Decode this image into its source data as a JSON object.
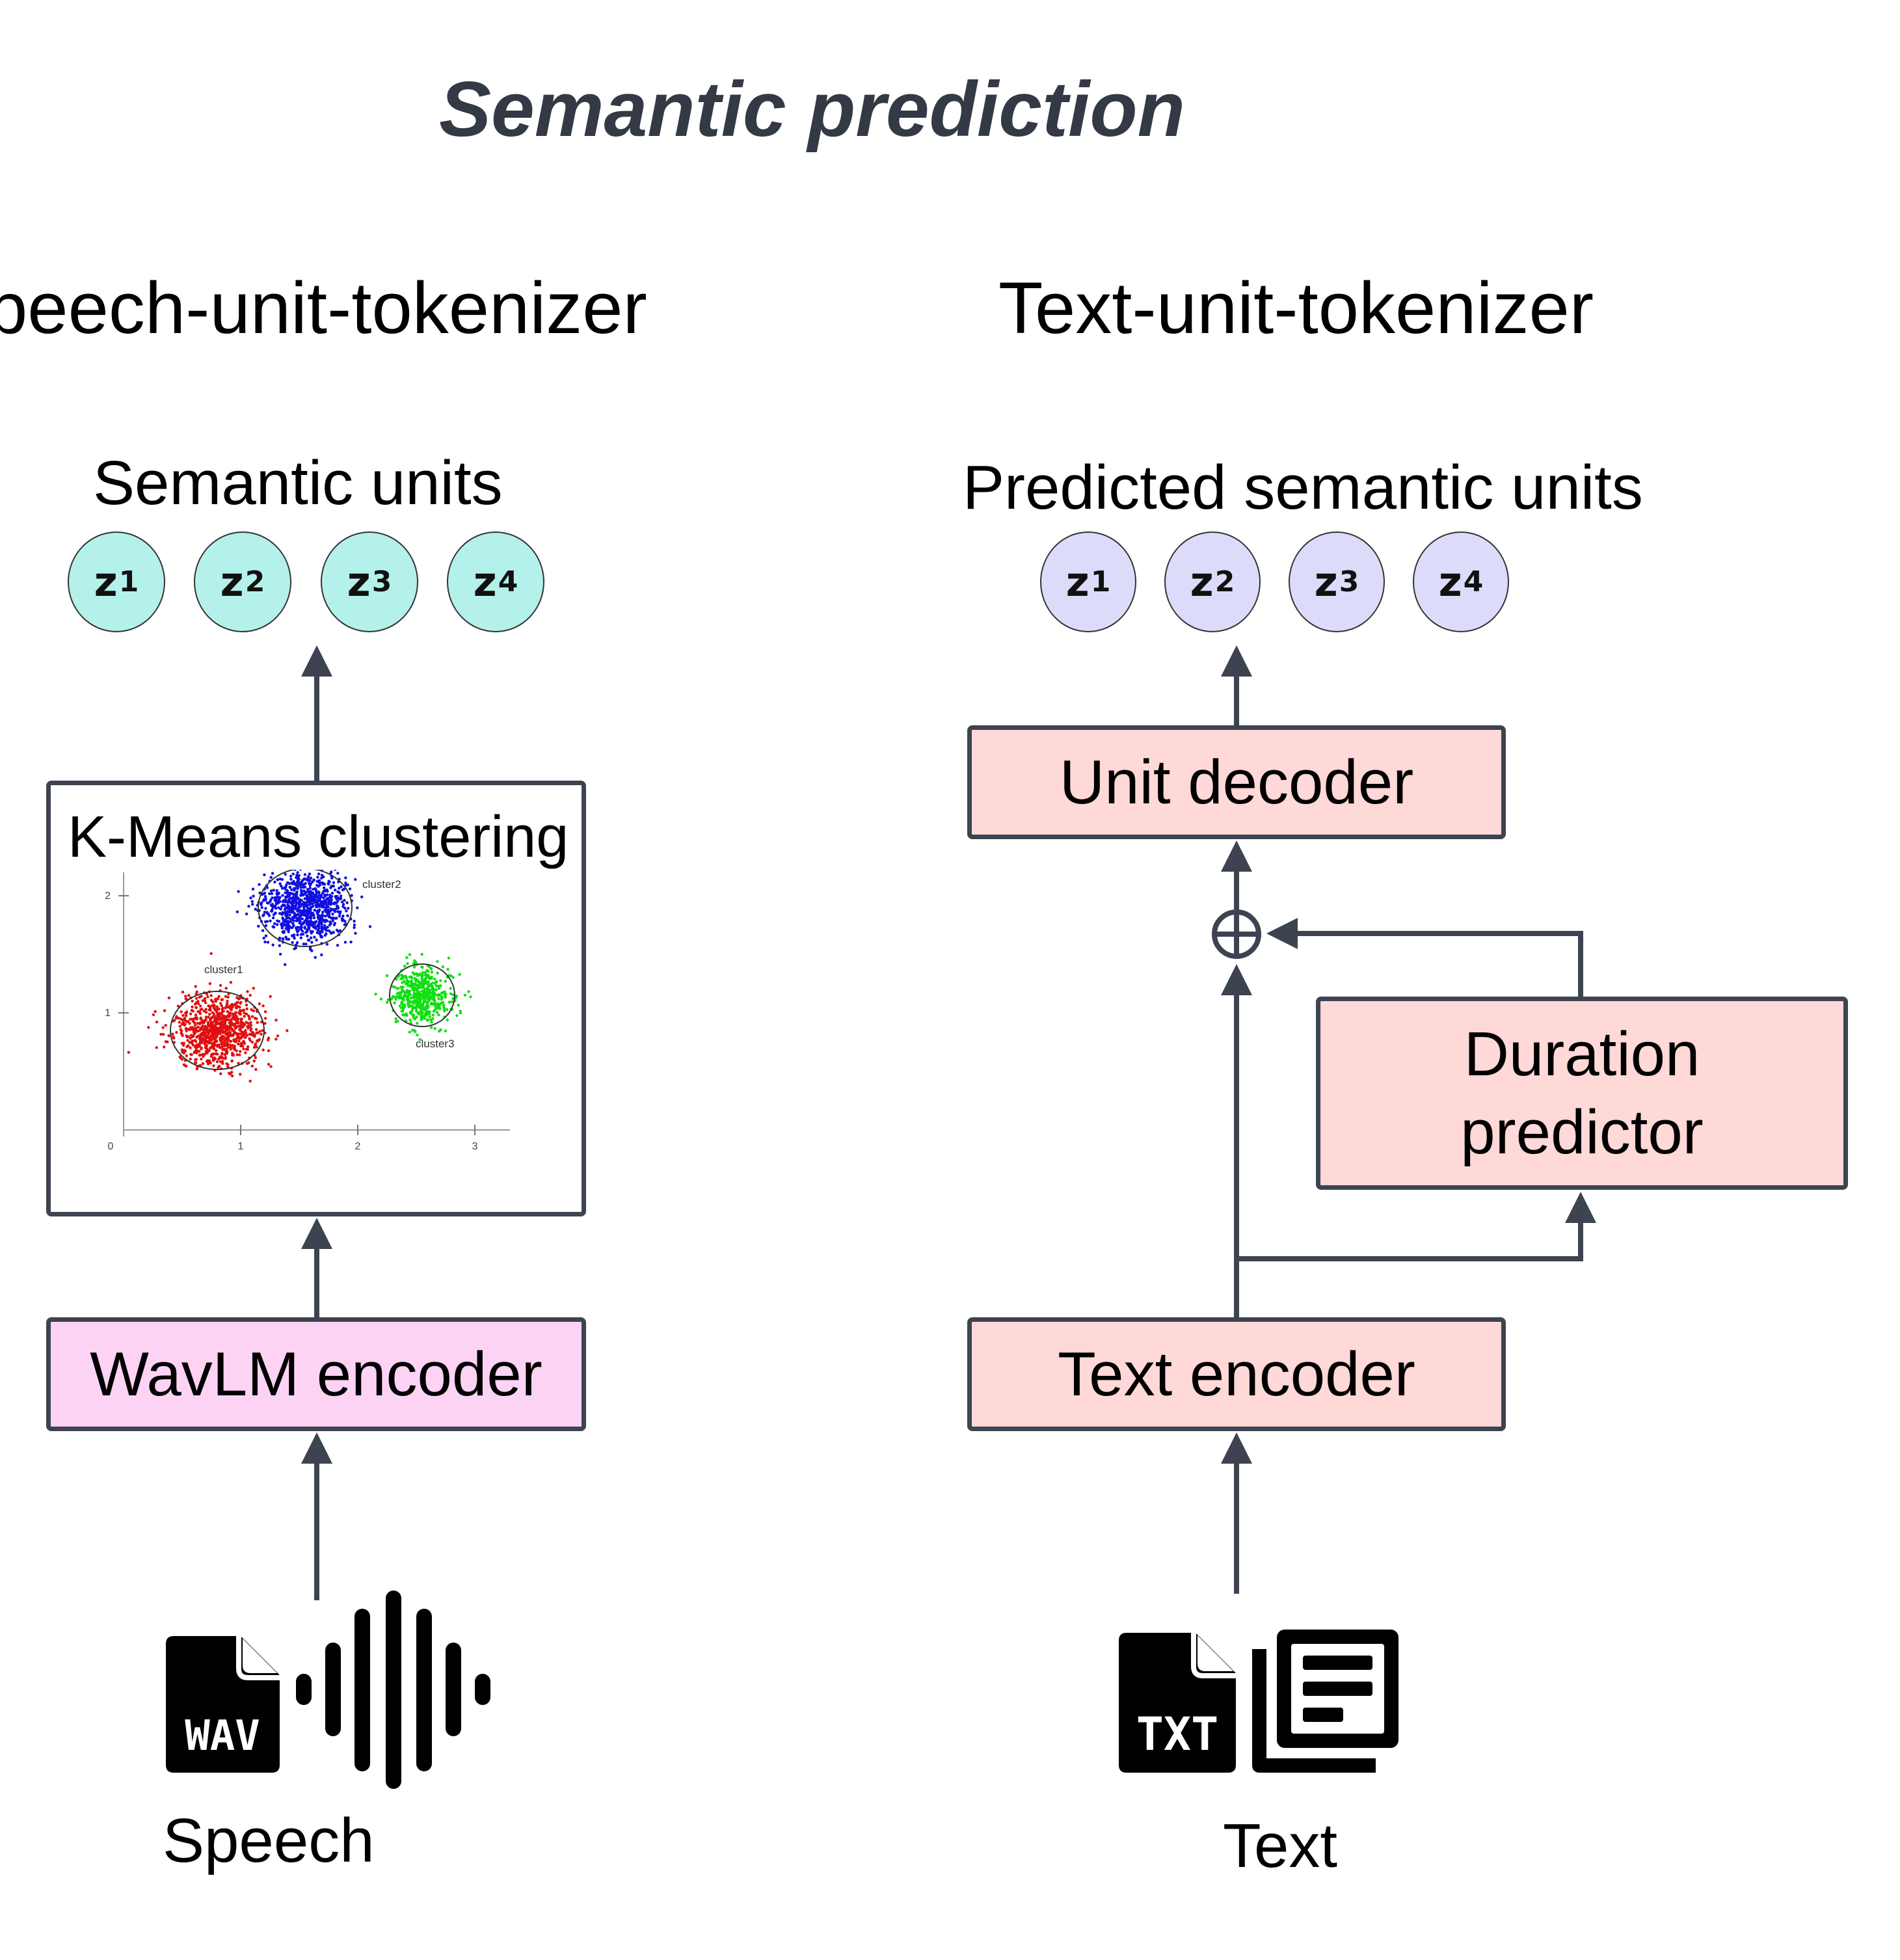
{
  "title": "Semantic prediction",
  "left": {
    "heading": "peech-unit-tokenizer",
    "units_label": "Semantic units",
    "units": [
      "z",
      "z",
      "z",
      "z"
    ],
    "unit_subscripts": [
      "1",
      "2",
      "3",
      "4"
    ],
    "kmeans_label": "K-Means clustering",
    "encoder_label": "WavLM encoder",
    "input_label": "Speech",
    "wav_text": "WAV",
    "scatter": {
      "x_ticks": [
        "0",
        "1",
        "2",
        "3"
      ],
      "y_ticks": [
        "1",
        "2"
      ],
      "clusters": [
        {
          "name": "cluster1",
          "color": "#e01010",
          "cx": 0.8,
          "cy": 0.85
        },
        {
          "name": "cluster2",
          "color": "#1010e0",
          "cx": 1.55,
          "cy": 1.9
        },
        {
          "name": "cluster3",
          "color": "#10e010",
          "cx": 2.55,
          "cy": 1.15
        }
      ]
    }
  },
  "right": {
    "heading": "Text-unit-tokenizer",
    "units_label": "Predicted semantic units",
    "units": [
      "z",
      "z",
      "z",
      "z"
    ],
    "unit_subscripts": [
      "1",
      "2",
      "3",
      "4"
    ],
    "decoder_label": "Unit decoder",
    "duration_label_line1": "Duration",
    "duration_label_line2": "predictor",
    "encoder_label": "Text encoder",
    "input_label": "Text",
    "txt_text": "TXT"
  },
  "colors": {
    "arrow": "#3d4350",
    "pink_box": "#fdd3f4",
    "salmon_box": "#ffd8d8",
    "teal_unit": "#b4f1ea",
    "lavender_unit": "#dcdcfa"
  }
}
